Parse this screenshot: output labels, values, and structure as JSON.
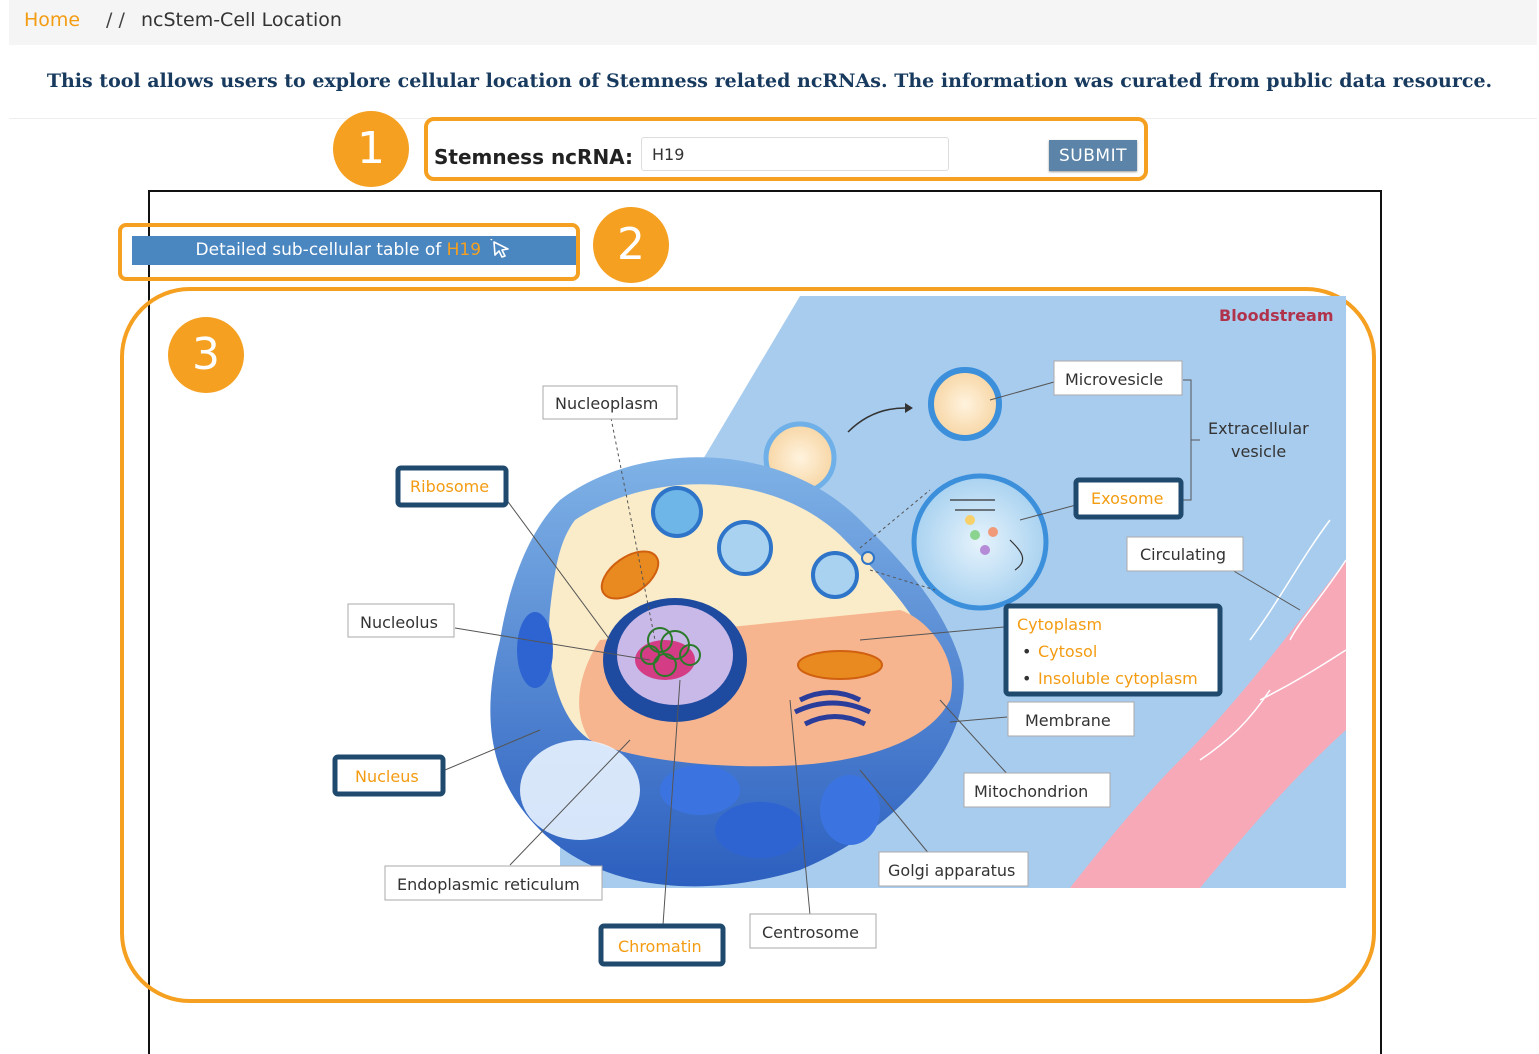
{
  "breadcrumb": {
    "home": "Home",
    "separator": "/ /",
    "current": "ncStem-Cell Location"
  },
  "description": "This tool allows users to explore cellular location of Stemness related ncRNAs. The information was curated from public data resource.",
  "steps": {
    "one": "1",
    "two": "2",
    "three": "3"
  },
  "search": {
    "label": "Stemness ncRNA:",
    "value": "H19",
    "submit": "SUBMIT"
  },
  "detail": {
    "prefix": "Detailed sub-cellular table of ",
    "ncrna": "H19"
  },
  "diagram": {
    "bloodstream": "Bloodstream",
    "nucleoplasm": "Nucleoplasm",
    "ribosome": "Ribosome",
    "nucleolus": "Nucleolus",
    "nucleus": "Nucleus",
    "endoplasmic_reticulum": "Endoplasmic reticulum",
    "chromatin": "Chromatin",
    "centrosome": "Centrosome",
    "golgi": "Golgi apparatus",
    "mitochondrion": "Mitochondrion",
    "membrane": "Membrane",
    "cytoplasm": "Cytoplasm",
    "cytosol": "Cytosol",
    "insoluble_cytoplasm": "Insoluble cytoplasm",
    "circulating": "Circulating",
    "exosome": "Exosome",
    "extracellular_1": "Extracellular",
    "extracellular_2": "vesicle",
    "microvesicle": "Microvesicle",
    "bullet": "•"
  },
  "colors": {
    "accent": "#f5a020",
    "highlight_border": "#1f4a6e",
    "button": "#5b84a8",
    "detail_button": "#4a86c0"
  }
}
